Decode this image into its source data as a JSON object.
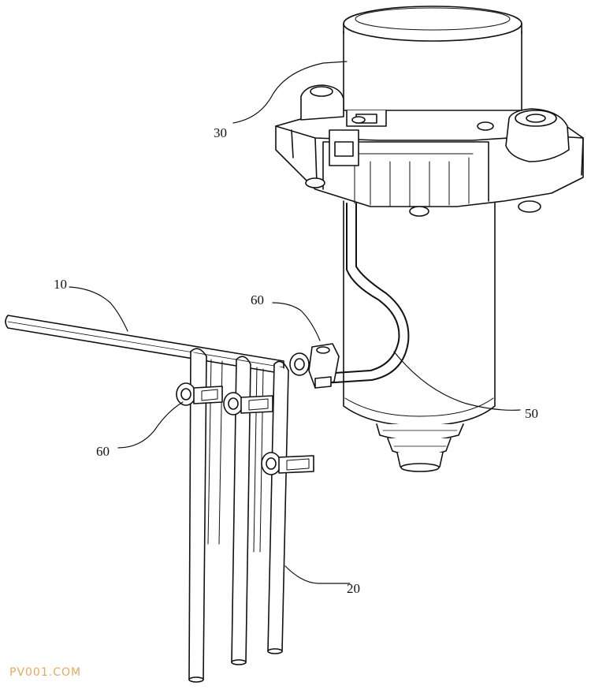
{
  "figure": {
    "labels": {
      "lbl_10": "10",
      "lbl_20": "20",
      "lbl_30": "30",
      "lbl_50": "50",
      "lbl_60_top": "60",
      "lbl_60_left": "60"
    }
  },
  "watermark": "PV001.COM"
}
